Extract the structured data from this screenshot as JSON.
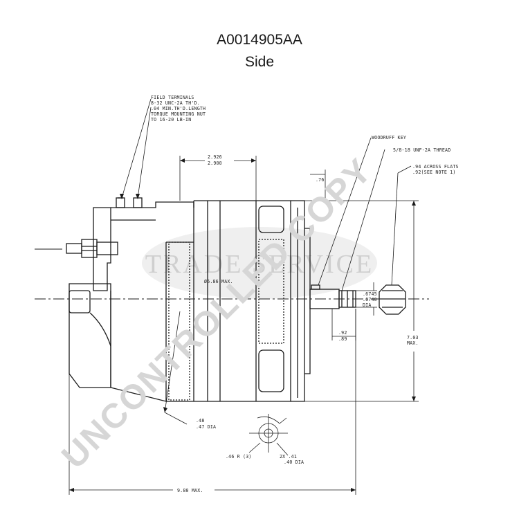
{
  "header": {
    "part_number": "A0014905AA",
    "view": "Side"
  },
  "callouts": {
    "field_terminals": [
      "FIELD TERMINALS",
      "8-32 UNC-2A TH'D.",
      ".04 MIN.TH'D.LENGTH",
      "TORQUE MOUNTING NUT",
      "TO 16-20 LB-IN"
    ],
    "woodruff_key": "WOODRUFF KEY",
    "thread": "5/8-18 UNF-2A THREAD",
    "across_flats": [
      ".94 ACROSS FLATS",
      ".92(SEE NOTE 1)"
    ]
  },
  "dimensions": {
    "top_width": [
      "2.926",
      "2.900"
    ],
    "flange": [
      ".76"
    ],
    "body_dia": "Ø6.86 MAX.",
    "shaft_dia": [
      ".6745",
      ".6740",
      "DIA"
    ],
    "shaft_len": [
      ".92",
      ".89"
    ],
    "height": [
      "7.03",
      "MAX."
    ],
    "hole_dia": [
      ".48",
      ".47 DIA"
    ],
    "mount_radius": ".46 R (3)",
    "mount_hole": [
      "2X .41",
      ".40 DIA"
    ],
    "overall_length": "9.80 MAX."
  },
  "watermark": {
    "stamp": "UNCONTROLLED COPY",
    "logo": "TRADE SERVICE"
  },
  "colors": {
    "line": "#1a1a1a",
    "watermark": "#d0d0d0"
  }
}
